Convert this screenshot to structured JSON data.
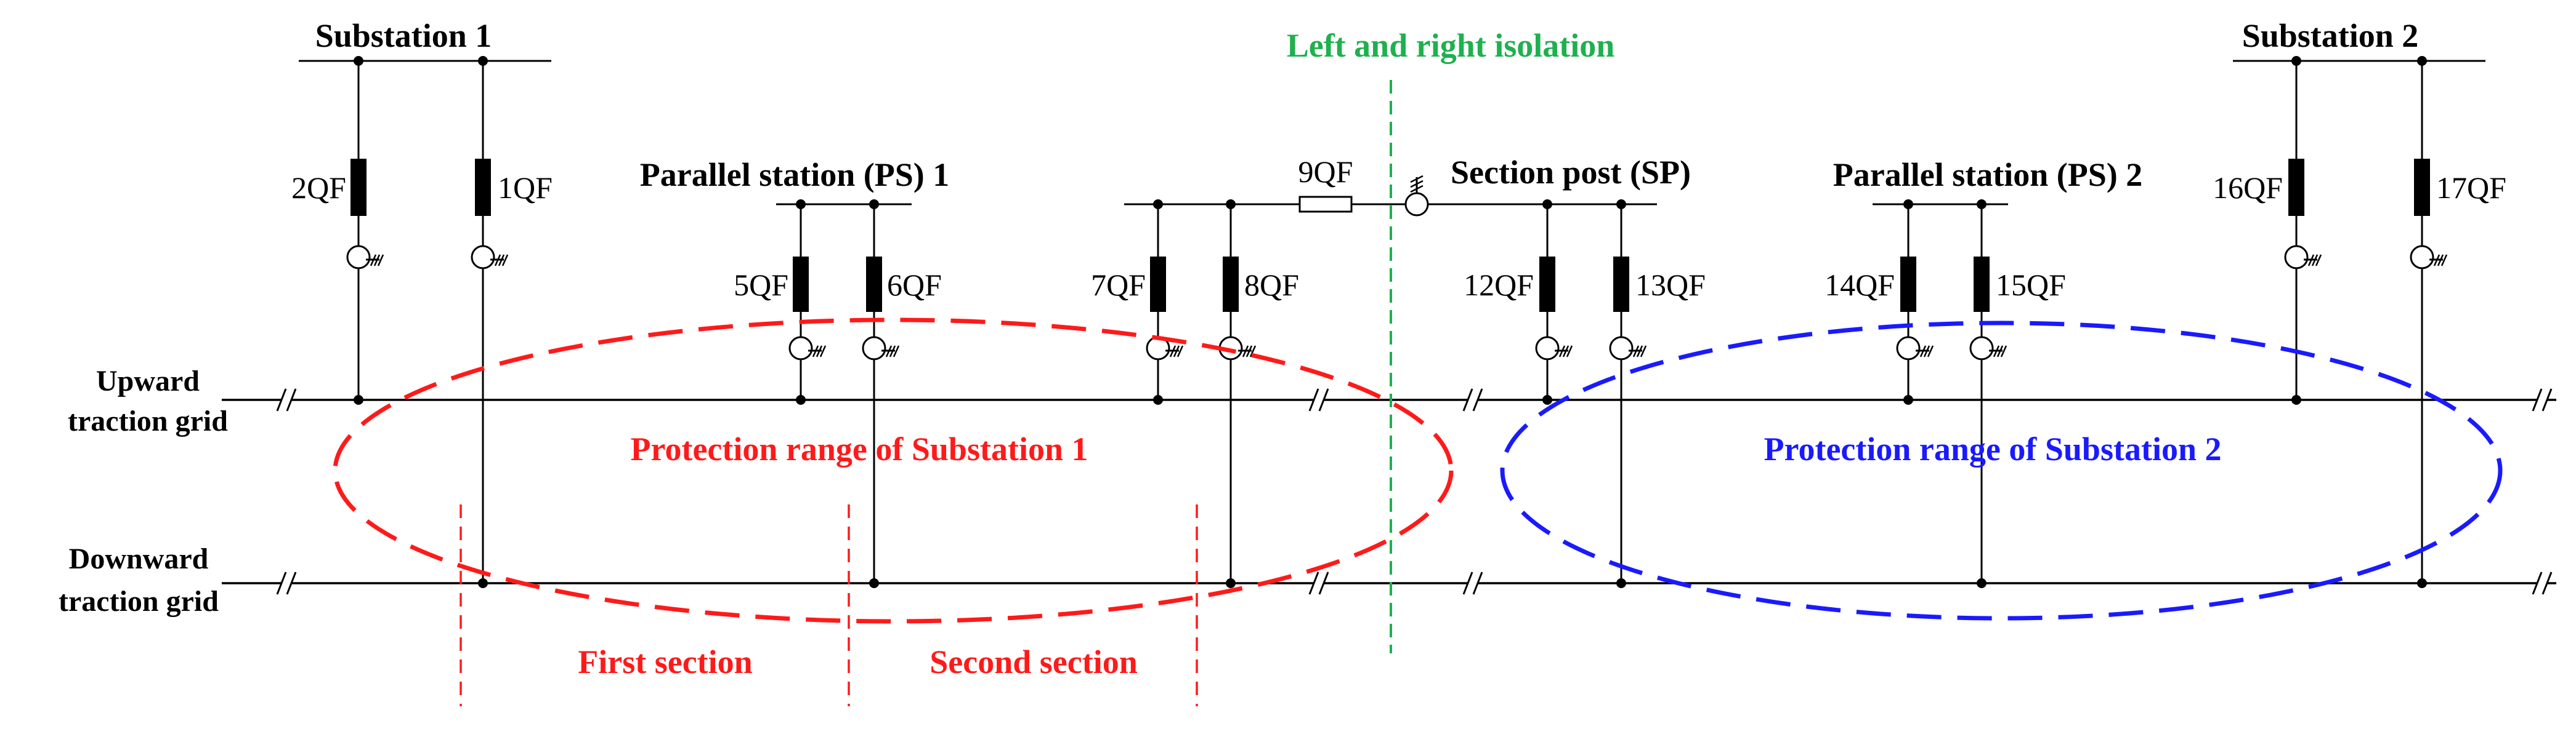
{
  "colors": {
    "line": "#000000",
    "substation1_range": "#ff1a1a",
    "substation2_range": "#1a1aff",
    "isolation": "#1fb04f"
  },
  "labels": {
    "substation1": "Substation 1",
    "substation2": "Substation 2",
    "ps1": "Parallel station (PS) 1",
    "ps2": "Parallel station (PS) 2",
    "sp": "Section post (SP)",
    "isolation": "Left and right isolation",
    "upward_line1": "Upward",
    "upward_line2": "traction grid",
    "downward_line1": "Downward",
    "downward_line2": "traction grid",
    "range1": "Protection range of Substation 1",
    "range2": "Protection range of Substation 2",
    "first_section": "First section",
    "second_section": "Second section"
  },
  "breakers": {
    "b1": "1QF",
    "b2": "2QF",
    "b5": "5QF",
    "b6": "6QF",
    "b7": "7QF",
    "b8": "8QF",
    "b9": "9QF",
    "b12": "12QF",
    "b13": "13QF",
    "b14": "14QF",
    "b15": "15QF",
    "b16": "16QF",
    "b17": "17QF"
  }
}
